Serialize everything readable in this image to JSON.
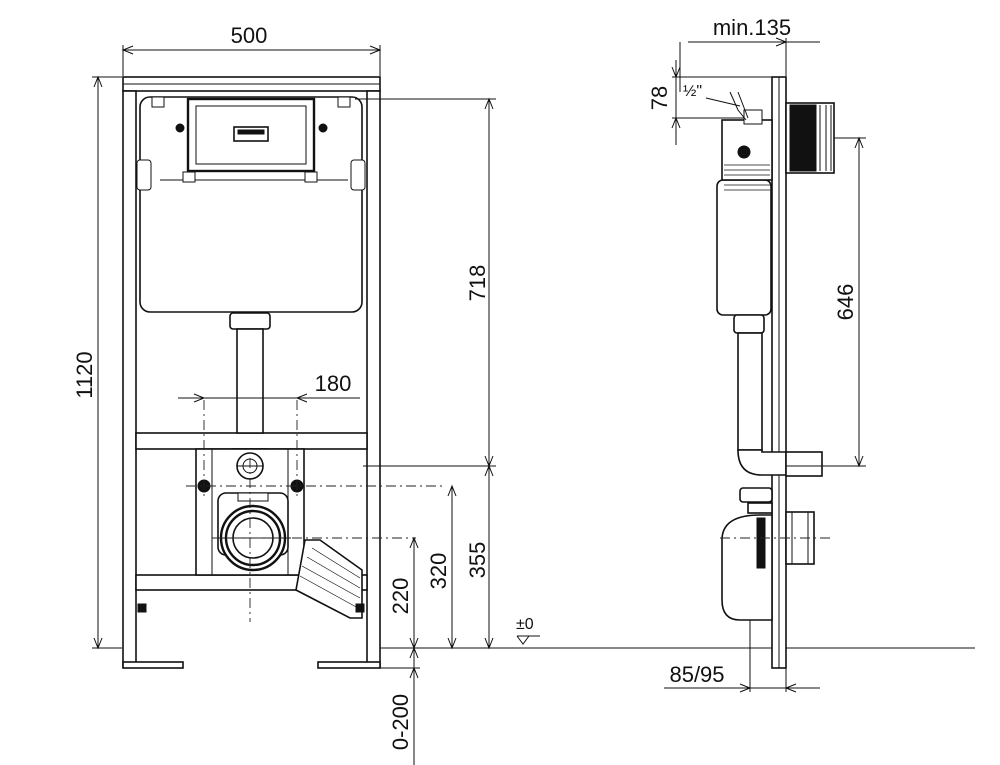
{
  "front_view": {
    "dims": {
      "width": "500",
      "height_total": "1120",
      "cistern_to_pipe": "718",
      "bolt_spacing": "180",
      "pipe_axis": "355",
      "bolt_height": "320",
      "outlet_height": "220",
      "leg_adjust": "0-200"
    },
    "level_mark": "±0"
  },
  "side_view": {
    "dims": {
      "depth_min": "min.135",
      "inlet_height": "78",
      "inlet_thread": "½\"",
      "flush_to_pipe": "646",
      "offset": "85/95"
    }
  },
  "colors": {
    "line": "#111111",
    "background": "#ffffff"
  }
}
